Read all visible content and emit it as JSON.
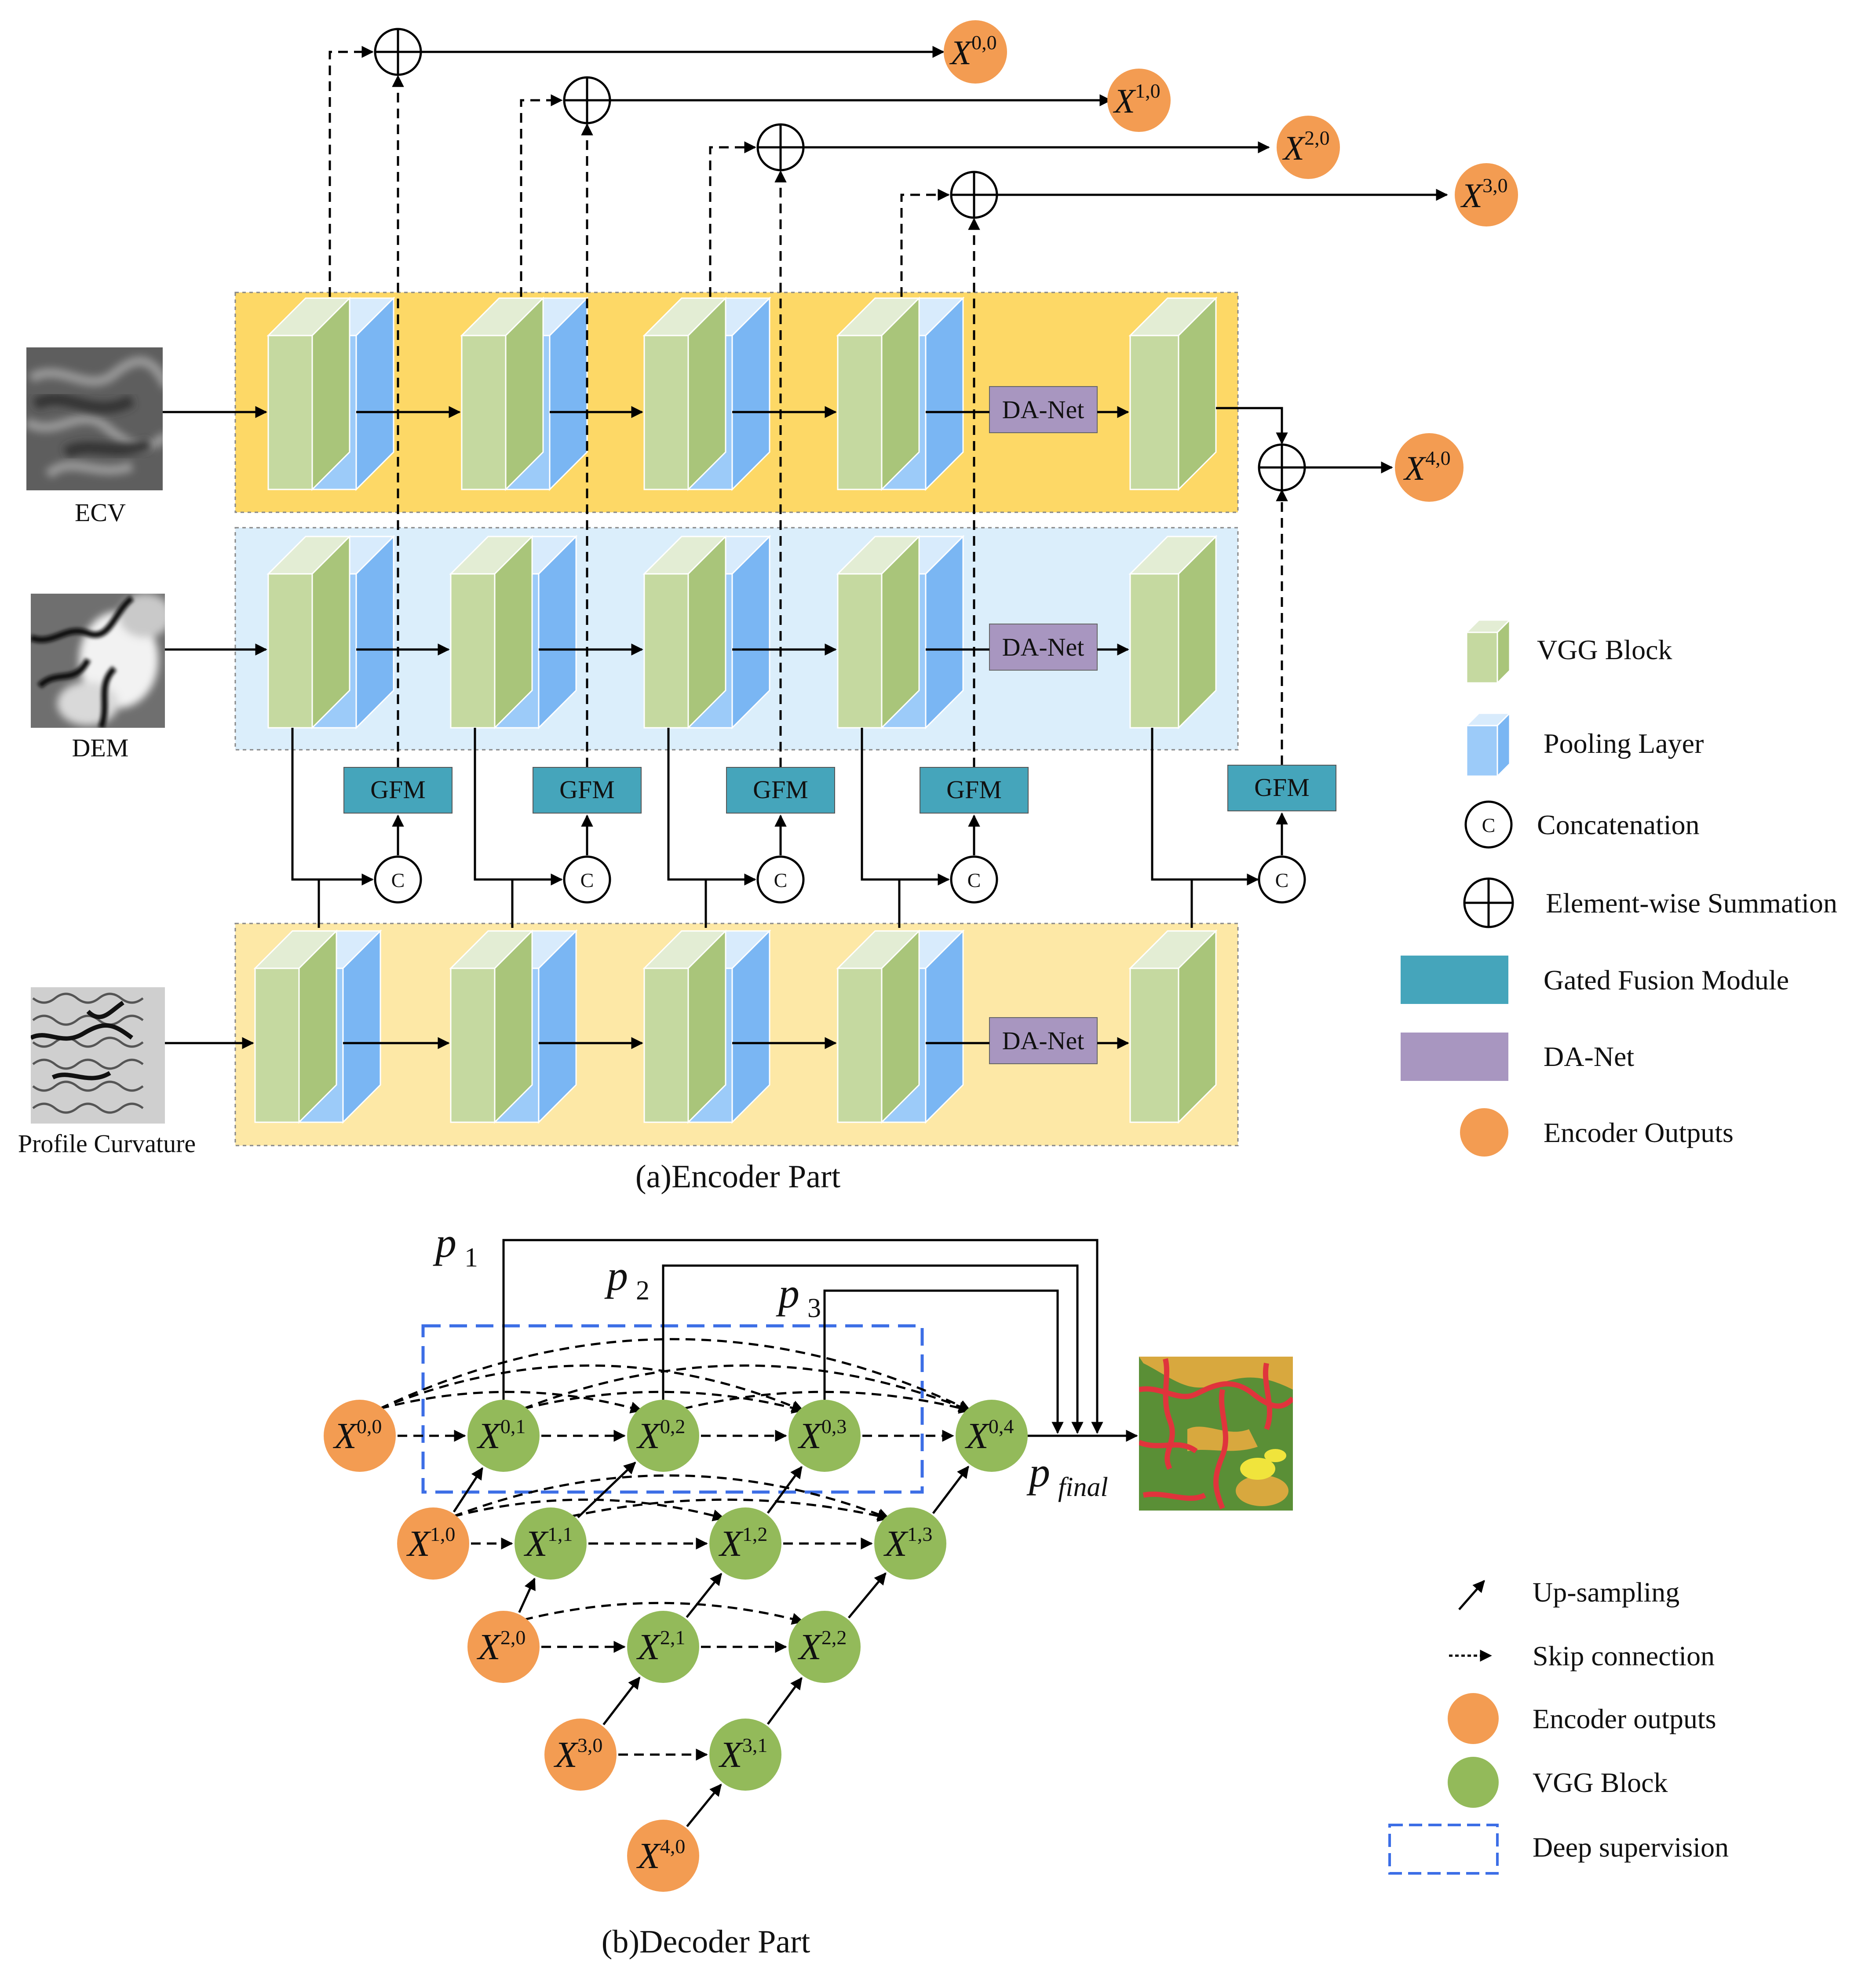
{
  "colors": {
    "ecv_stream_bg": "#fdd866",
    "dem_stream_bg": "#dbeefb",
    "curv_stream_bg": "#fde8a6",
    "vgg_front": "#c5d9a0",
    "vgg_top": "#e3edd4",
    "vgg_side": "#a9c57a",
    "pool_front": "#9ccbf9",
    "pool_top": "#d8ebfc",
    "pool_side": "#7ab6f3",
    "gfm": "#45a5bb",
    "danet": "#a896c0",
    "encoder_output": "#f39c52",
    "vgg_node": "#93ba5a",
    "deep_supervision": "#3c6ee6"
  },
  "encoder": {
    "inputs": [
      {
        "name": "ECV",
        "icon": "ecv-map-icon"
      },
      {
        "name": "DEM",
        "icon": "dem-map-icon"
      },
      {
        "name": "Profile Curvature",
        "icon": "profile-curvature-map-icon"
      }
    ],
    "gfm_label": "GFM",
    "danet_label": "DA-Net",
    "concat_label": "C",
    "outputs": [
      {
        "base": "X",
        "sup": "0,0"
      },
      {
        "base": "X",
        "sup": "1,0"
      },
      {
        "base": "X",
        "sup": "2,0"
      },
      {
        "base": "X",
        "sup": "3,0"
      },
      {
        "base": "X",
        "sup": "4,0"
      }
    ],
    "caption": "(a)Encoder Part"
  },
  "legend_top": [
    {
      "icon": "vgg-block-cube-icon",
      "label": "VGG Block"
    },
    {
      "icon": "pooling-layer-cube-icon",
      "label": "Pooling Layer"
    },
    {
      "icon": "concatenation-icon",
      "label": "Concatenation",
      "symbol": "C"
    },
    {
      "icon": "element-wise-sum-icon",
      "label": "Element-wise Summation"
    },
    {
      "icon": "gated-fusion-swatch-icon",
      "label": "Gated Fusion Module"
    },
    {
      "icon": "danet-swatch-icon",
      "label": "DA-Net"
    },
    {
      "icon": "encoder-output-dot-icon",
      "label": "Encoder Outputs"
    }
  ],
  "decoder": {
    "nodes": [
      {
        "id": "x00",
        "base": "X",
        "sup": "0,0",
        "kind": "encoder"
      },
      {
        "id": "x10",
        "base": "X",
        "sup": "1,0",
        "kind": "encoder"
      },
      {
        "id": "x20",
        "base": "X",
        "sup": "2,0",
        "kind": "encoder"
      },
      {
        "id": "x30",
        "base": "X",
        "sup": "3,0",
        "kind": "encoder"
      },
      {
        "id": "x40",
        "base": "X",
        "sup": "4,0",
        "kind": "encoder"
      },
      {
        "id": "x01",
        "base": "X",
        "sup": "0,1",
        "kind": "vgg"
      },
      {
        "id": "x02",
        "base": "X",
        "sup": "0,2",
        "kind": "vgg"
      },
      {
        "id": "x03",
        "base": "X",
        "sup": "0,3",
        "kind": "vgg"
      },
      {
        "id": "x04",
        "base": "X",
        "sup": "0,4",
        "kind": "vgg"
      },
      {
        "id": "x11",
        "base": "X",
        "sup": "1,1",
        "kind": "vgg"
      },
      {
        "id": "x12",
        "base": "X",
        "sup": "1,2",
        "kind": "vgg"
      },
      {
        "id": "x13",
        "base": "X",
        "sup": "1,3",
        "kind": "vgg"
      },
      {
        "id": "x21",
        "base": "X",
        "sup": "2,1",
        "kind": "vgg"
      },
      {
        "id": "x22",
        "base": "X",
        "sup": "2,2",
        "kind": "vgg"
      },
      {
        "id": "x31",
        "base": "X",
        "sup": "3,1",
        "kind": "vgg"
      }
    ],
    "supervision": [
      {
        "base": "p",
        "sub": "1"
      },
      {
        "base": "p",
        "sub": "2"
      },
      {
        "base": "p",
        "sub": "3"
      },
      {
        "base": "p",
        "sub": "final"
      }
    ],
    "output_icon": "segmentation-map-icon",
    "caption": "(b)Decoder Part"
  },
  "legend_bottom": [
    {
      "icon": "up-sampling-arrow-icon",
      "label": "Up-sampling"
    },
    {
      "icon": "skip-connection-arrow-icon",
      "label": "Skip connection"
    },
    {
      "icon": "encoder-output-dot-icon",
      "label": "Encoder outputs"
    },
    {
      "icon": "vgg-node-dot-icon",
      "label": "VGG Block"
    },
    {
      "icon": "deep-supervision-box-icon",
      "label": "Deep supervision"
    }
  ]
}
